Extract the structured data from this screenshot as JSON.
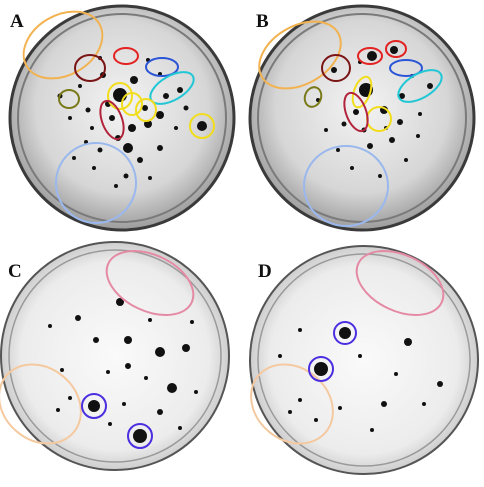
{
  "figure": {
    "panels": [
      {
        "label": "A"
      },
      {
        "label": "B"
      },
      {
        "label": "C"
      },
      {
        "label": "D"
      }
    ]
  },
  "colors": {
    "background": "#ffffff",
    "plate_rim": "#2a2a2a",
    "plate_interior": "#d9d9d9",
    "plate_interior_light": "#efefef",
    "colony": "#0d0d0d",
    "circle_orange": "#f2b24f",
    "circle_dark_red": "#7b1414",
    "circle_red": "#e32222",
    "circle_blue": "#2b55d6",
    "circle_cyan": "#22c7d6",
    "circle_olive": "#7a7a1a",
    "circle_yellow": "#f1dd1c",
    "circle_crimson": "#b2243d",
    "circle_light_blue": "#9ab8ee",
    "circle_pink": "#e58aa4",
    "circle_peach": "#f5c9a0",
    "circle_violet": "#4a2ee0"
  }
}
